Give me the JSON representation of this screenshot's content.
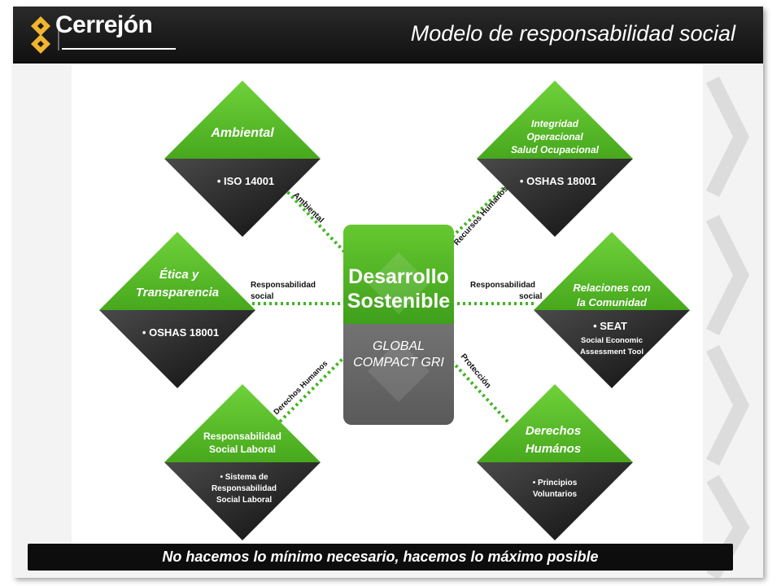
{
  "header": {
    "logo_text": "Cerrejón",
    "title": "Modelo de responsabilidad social"
  },
  "center": {
    "title_line1": "Desarrollo",
    "title_line2": "Sostenible",
    "sub_line1": "GLOBAL",
    "sub_line2": "COMPACT GRI"
  },
  "nodes": {
    "ambiental": {
      "title": "Ambiental",
      "items": [
        "• ISO 14001"
      ]
    },
    "integridad": {
      "title_lines": [
        "Integridad",
        "Operacional",
        "Salud Ocupacional"
      ],
      "items": [
        "• OSHAS 18001"
      ]
    },
    "etica": {
      "title_lines": [
        "Ética y",
        "Transparencia"
      ],
      "items": [
        "• OSHAS 18001"
      ]
    },
    "relaciones": {
      "title_lines": [
        "Relaciones con",
        "la Comunidad"
      ],
      "item_head": "• SEAT",
      "item_lines": [
        "Social Economic",
        "Assessment Tool"
      ]
    },
    "responsabilidad": {
      "title_lines": [
        "Responsabilidad",
        "Social Laboral"
      ],
      "item_lines": [
        "• Sistema de",
        "Responsabilidad",
        "Social Laboral"
      ]
    },
    "derechos": {
      "title_lines": [
        "Derechos",
        "Humános"
      ],
      "item_lines": [
        "• Principios",
        "Voluntarios"
      ]
    }
  },
  "connectors": {
    "top_left": "Ambiental",
    "top_right": "Recursos Humanos",
    "mid_left_line1": "Responsabilidad",
    "mid_left_line2": "social",
    "mid_right_line1": "Responsabilidad",
    "mid_right_line2": "social",
    "bottom_left": "Derechos Humanos",
    "bottom_right": "Protección"
  },
  "footer": {
    "text": "No hacemos lo mínimo necesario, hacemos lo máximo posible"
  },
  "colors": {
    "green": "#5cc22a",
    "green_dark": "#3e9a1a",
    "dark": "#1e1e1e",
    "header": "#1a1a1a"
  }
}
